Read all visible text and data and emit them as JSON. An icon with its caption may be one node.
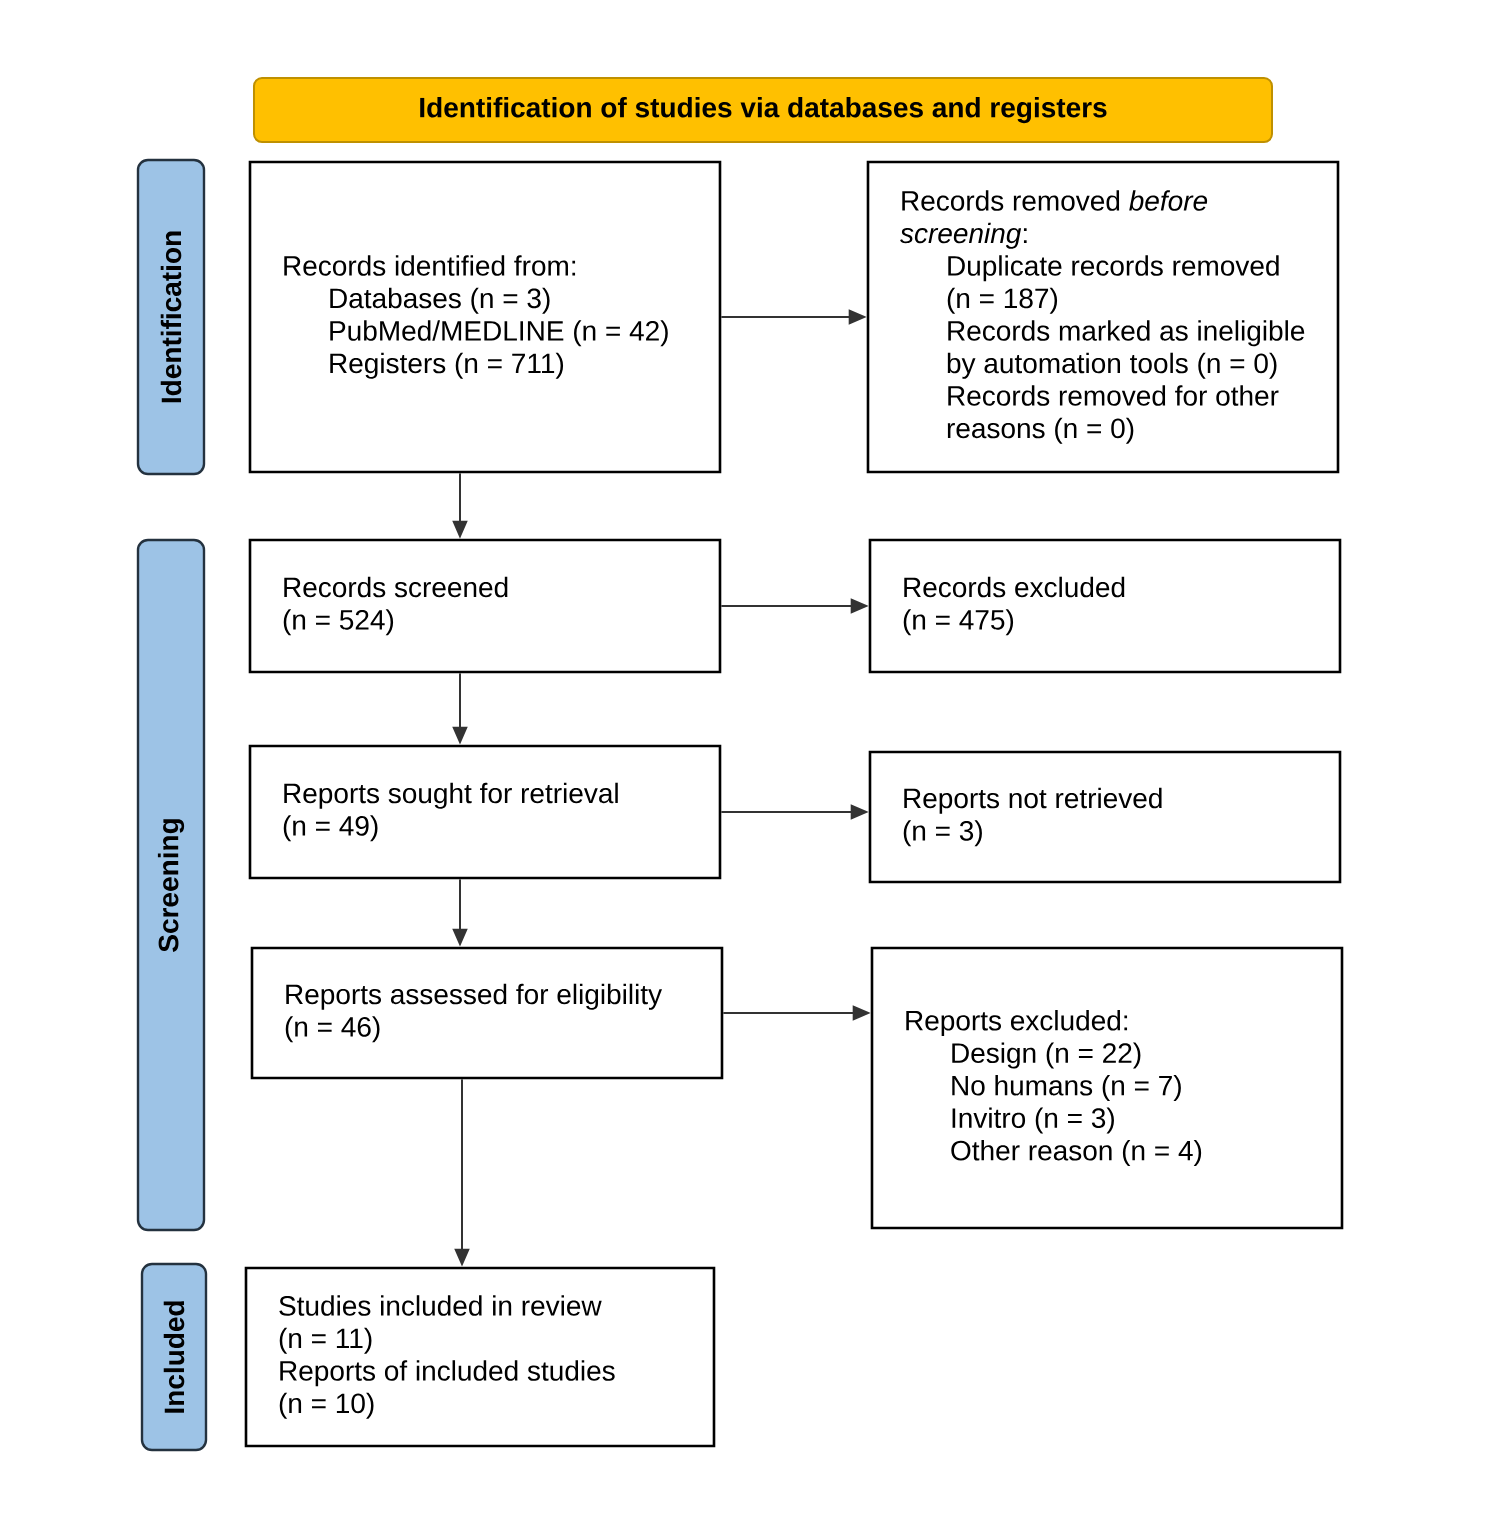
{
  "diagram": {
    "nodes": [
      {
        "text": [
          "Identification of studies via databases and registers"
        ]
      },
      {
        "text": [
          "Identification"
        ]
      },
      {
        "text": [
          "Records identified from:",
          "Databases (n = 3)",
          "PubMed/MEDLINE (n = 42)",
          "Registers (n = 711)"
        ]
      },
      {
        "text": [
          "Records removed *before screening*:",
          "Duplicate records removed (n = 187)",
          "Records marked as ineligible by automation tools (n = 0)",
          "Records removed for other reasons (n = 0)"
        ]
      },
      {
        "text": [
          "Screening"
        ]
      },
      {
        "text": [
          "Records screened",
          "(n = 524)"
        ]
      },
      {
        "text": [
          "Records excluded",
          "(n = 475)"
        ]
      },
      {
        "text": [
          "Reports sought for retrieval",
          "(n = 49)"
        ]
      },
      {
        "text": [
          "Reports not retrieved",
          "(n = 3)"
        ]
      },
      {
        "text": [
          "Reports assessed for eligibility",
          "(n = 46)"
        ]
      },
      {
        "text": [
          "Reports excluded:",
          "Design (n = 22)",
          "No humans (n = 7)",
          "Invitro (n = 3)",
          "Other reason (n = 4)"
        ]
      },
      {
        "text": [
          "Included"
        ]
      },
      {
        "text": [
          "Studies included in review",
          "(n = 11)",
          "Reports of included studies",
          "(n = 10)"
        ]
      }
    ],
    "edges": [
      {
        "from": 2,
        "to": 3,
        "arrow": "to"
      },
      {
        "from": 2,
        "to": 5,
        "arrow": "to"
      },
      {
        "from": 5,
        "to": 6,
        "arrow": "to"
      },
      {
        "from": 5,
        "to": 7,
        "arrow": "to"
      },
      {
        "from": 7,
        "to": 8,
        "arrow": "to"
      },
      {
        "from": 7,
        "to": 9,
        "arrow": "to"
      },
      {
        "from": 9,
        "to": 10,
        "arrow": "to"
      },
      {
        "from": 9,
        "to": 12,
        "arrow": "to"
      }
    ]
  }
}
